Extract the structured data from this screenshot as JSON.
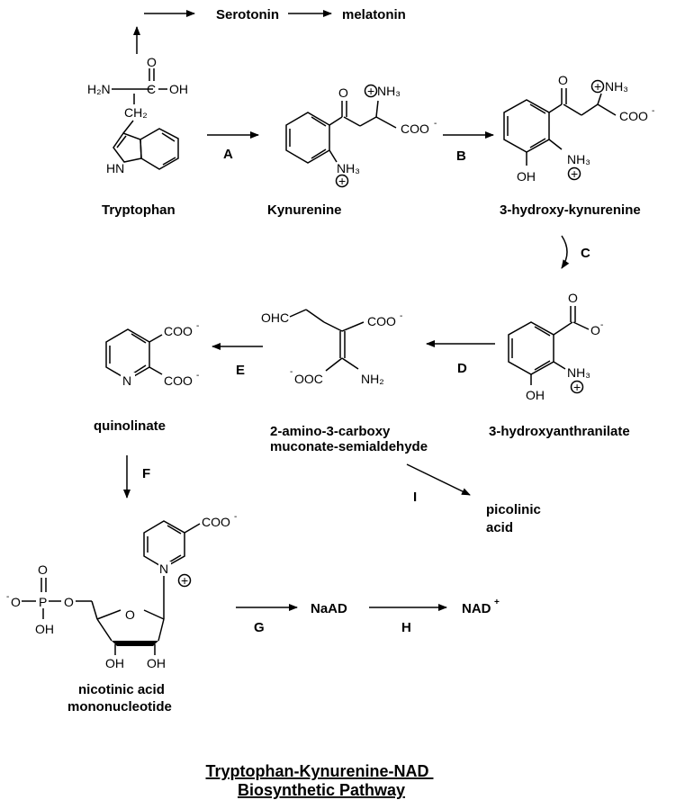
{
  "title": {
    "line1": "Tryptophan-Kynurenine-NAD ",
    "line2": "Biosynthetic Pathway"
  },
  "compounds": {
    "serotonin": "Serotonin",
    "melatonin": "melatonin",
    "tryptophan": "Tryptophan",
    "kynurenine": "Kynurenine",
    "hydroxykynurenine": "3-hydroxy-kynurenine",
    "hydroxyanthranilate": "3-hydroxyanthranilate",
    "acms_line1": "2-amino-3-carboxy",
    "acms_line2": "muconate-semialdehyde",
    "quinolinate": "quinolinate",
    "picolinic_line1": "picolinic",
    "picolinic_line2": "acid",
    "namn_line1": "nicotinic acid",
    "namn_line2": "mononucleotide",
    "naad": "NaAD",
    "nad": "NAD",
    "nad_sup": "+"
  },
  "steps": {
    "A": "A",
    "B": "B",
    "C": "C",
    "D": "D",
    "E": "E",
    "F": "F",
    "G": "G",
    "H": "H",
    "I": "I"
  },
  "atoms": {
    "h2n": "H₂N",
    "oh": "OH",
    "o": "O",
    "c": "C",
    "ch2": "CH₂",
    "hn": "HN",
    "nh3": "NH₃",
    "nh2": "NH₂",
    "coo": "COO",
    "ooc": "OOC",
    "ohc": "OHC",
    "n": "N",
    "p": "P",
    "minus": "-",
    "plus": "+"
  }
}
